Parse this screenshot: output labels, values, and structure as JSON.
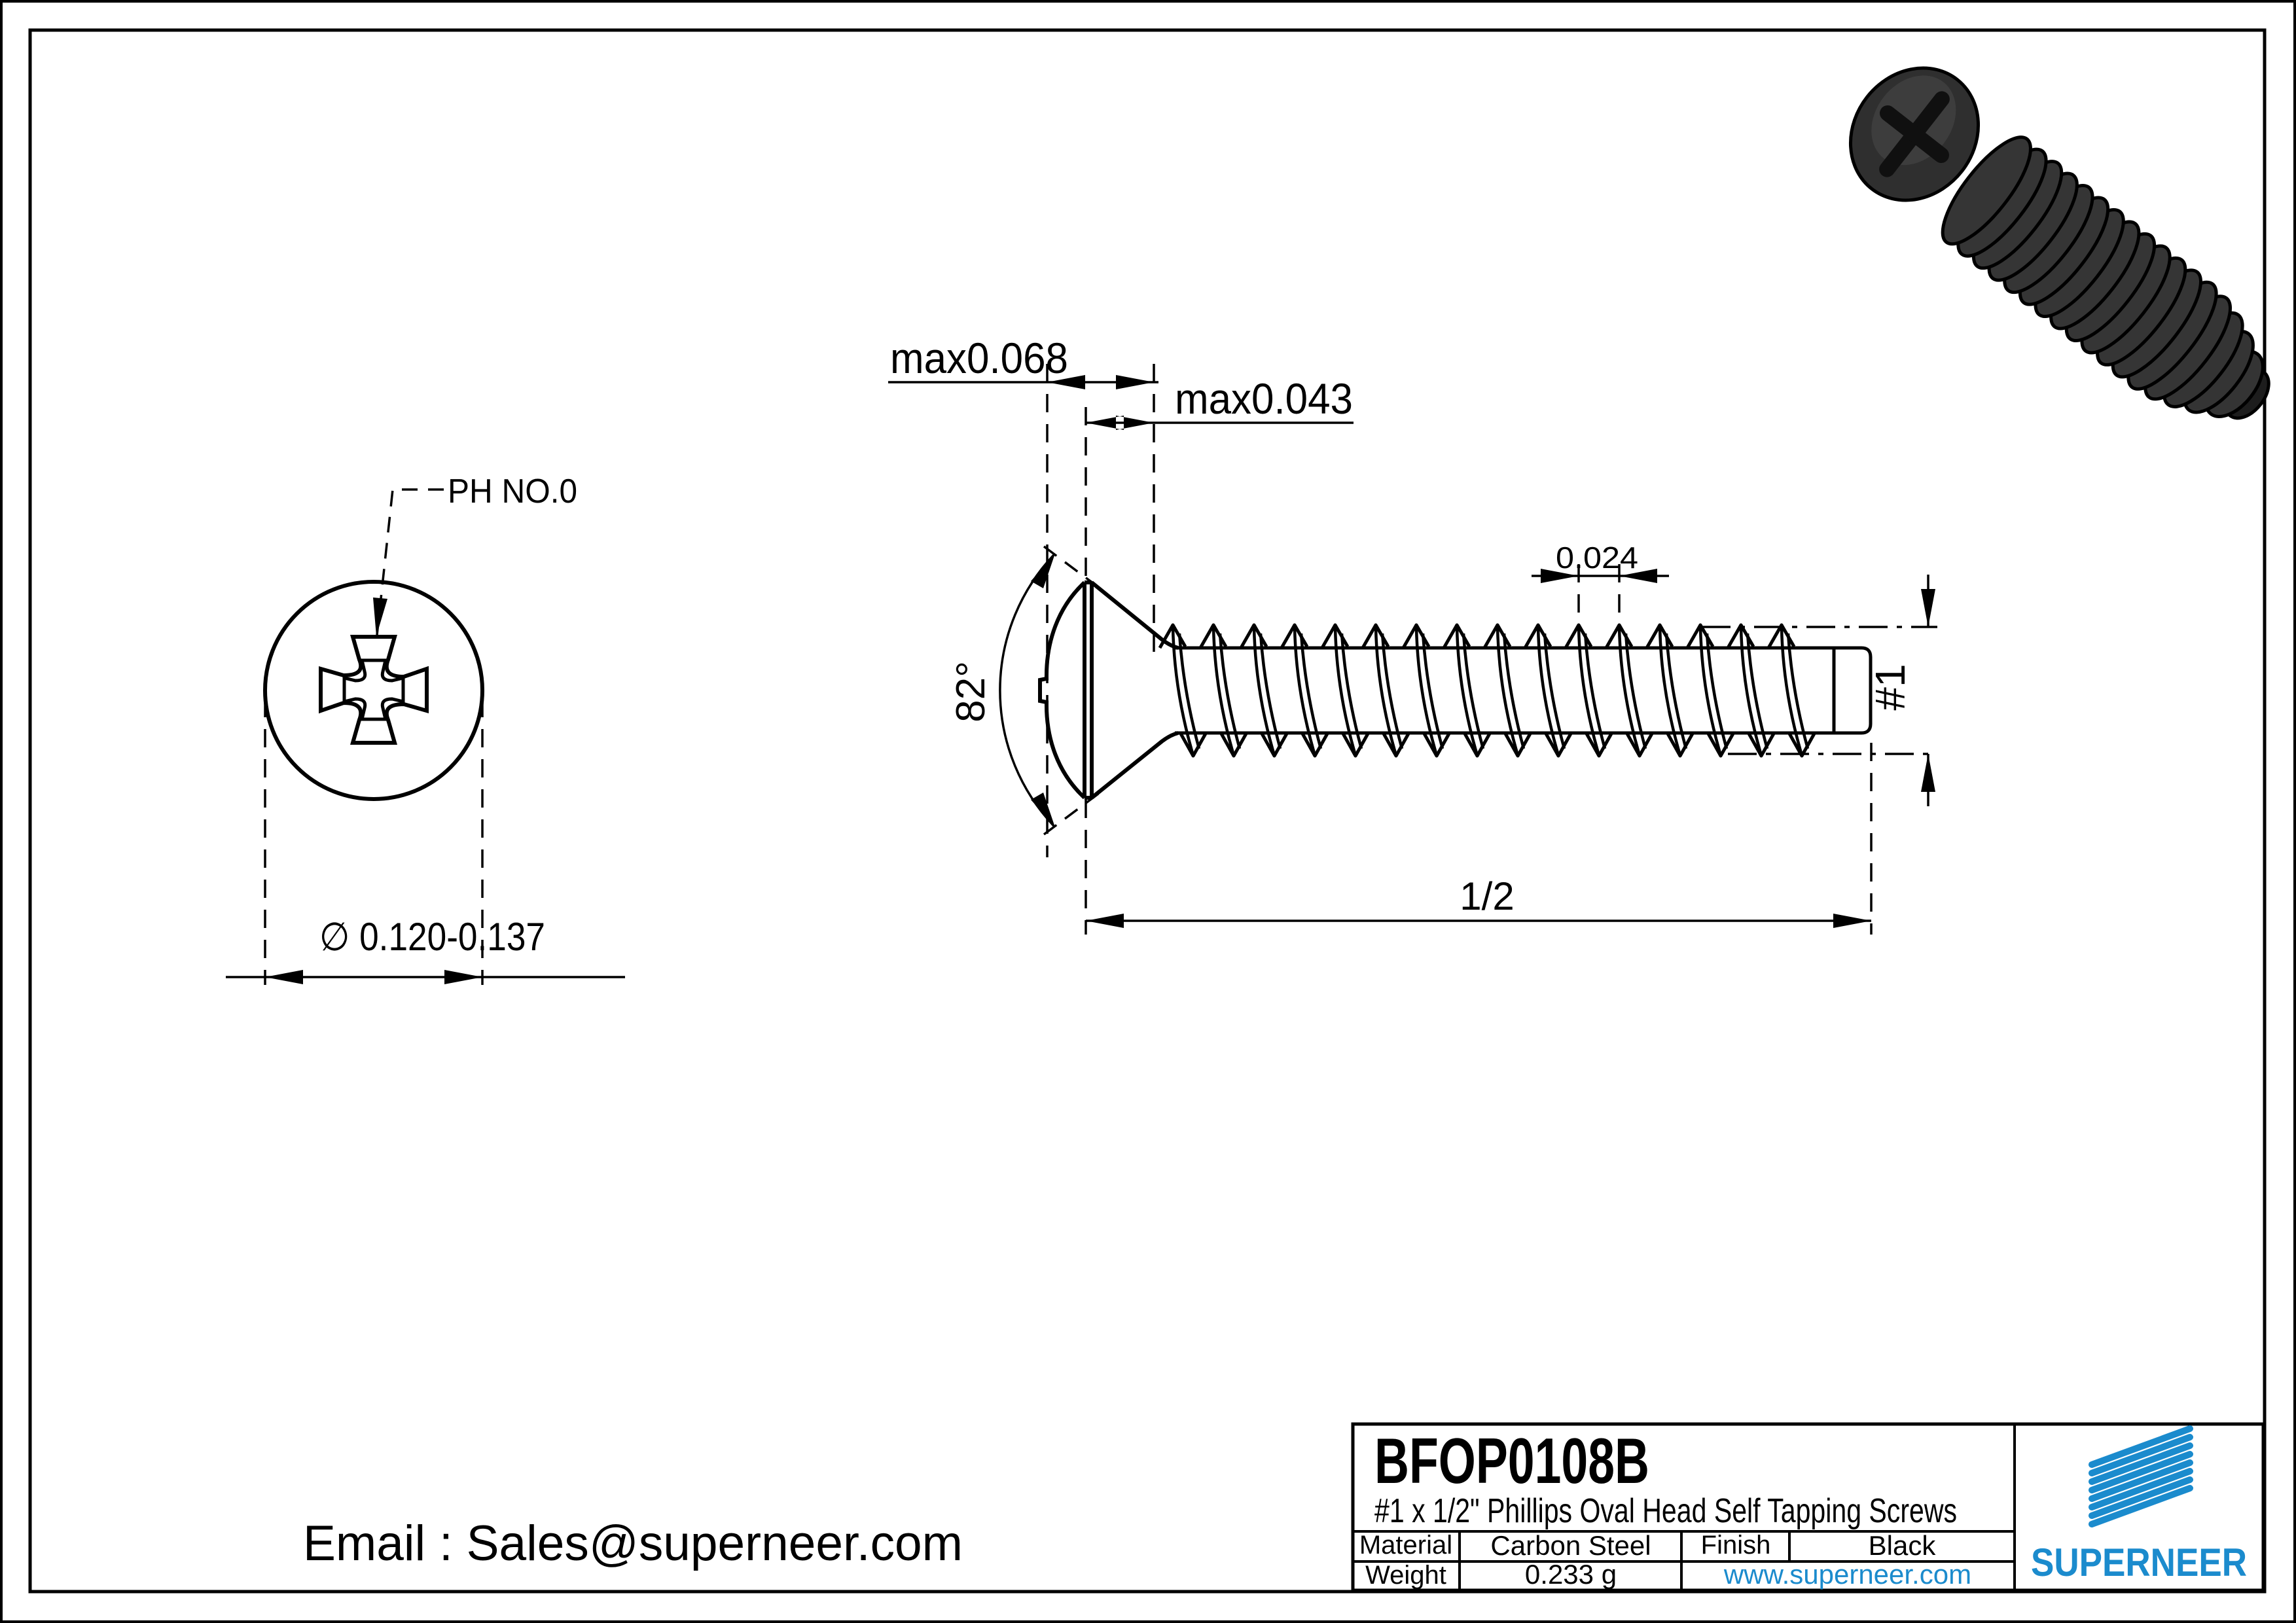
{
  "drawing": {
    "part_number": "BFOP0108B",
    "part_title": "#1 x 1/2\" Phillips Oval Head Self Tapping Screws",
    "material_label": "Material",
    "material_value": "Carbon Steel",
    "finish_label": "Finish",
    "finish_value": "Black",
    "weight_label": "Weight",
    "weight_value": "0.233 g",
    "website": "www.superneer.com",
    "brand": "SUPERNEER",
    "email": "Email : Sales@superneer.com",
    "colors": {
      "accent": "#1b8bcd",
      "line": "#000000",
      "screw_body": "#2f2f2f"
    }
  },
  "dimensions": {
    "drive_label": "PH NO.0",
    "head_diameter": "∅ 0.120-0.137",
    "head_height": "max0.068",
    "cone_height": "max0.043",
    "thread_pitch": "0.024",
    "head_angle": "82°",
    "screw_size": "#1",
    "screw_length": "1/2"
  }
}
